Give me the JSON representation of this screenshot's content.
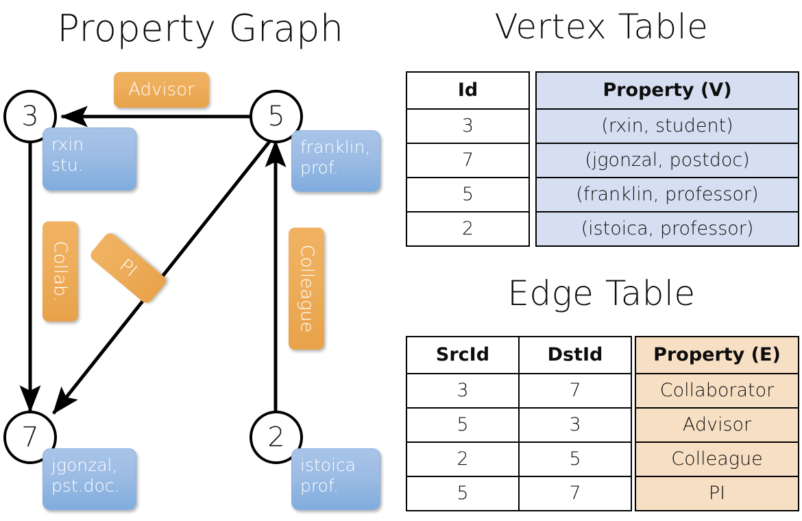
{
  "titles": {
    "property_graph": "Property Graph",
    "vertex_table": "Vertex Table",
    "edge_table": "Edge Table"
  },
  "graph": {
    "vertices": [
      {
        "id": "3",
        "property_line1": "rxin",
        "property_line2": "stu."
      },
      {
        "id": "5",
        "property_line1": "franklin,",
        "property_line2": "prof."
      },
      {
        "id": "7",
        "property_line1": "jgonzal,",
        "property_line2": "pst.doc."
      },
      {
        "id": "2",
        "property_line1": "istoica",
        "property_line2": "prof."
      }
    ],
    "edge_labels": [
      {
        "name": "advisor-label",
        "text": "Advisor"
      },
      {
        "name": "collab-label",
        "text": "Collab."
      },
      {
        "name": "pi-label",
        "text": "PI"
      },
      {
        "name": "colleague-label",
        "text": "Colleague"
      }
    ]
  },
  "vertex_table": {
    "headers": [
      "Id",
      "Property (V)"
    ],
    "rows": [
      {
        "id": "3",
        "property": "(rxin, student)"
      },
      {
        "id": "7",
        "property": "(jgonzal, postdoc)"
      },
      {
        "id": "5",
        "property": "(franklin, professor)"
      },
      {
        "id": "2",
        "property": "(istoica, professor)"
      }
    ]
  },
  "edge_table": {
    "headers": [
      "SrcId",
      "DstId",
      "Property (E)"
    ],
    "rows": [
      {
        "src": "3",
        "dst": "7",
        "property": "Collaborator"
      },
      {
        "src": "5",
        "dst": "3",
        "property": "Advisor"
      },
      {
        "src": "2",
        "dst": "5",
        "property": "Colleague"
      },
      {
        "src": "5",
        "dst": "7",
        "property": "PI"
      }
    ]
  },
  "colors": {
    "vertex_property_blue": "#9dbce4",
    "edge_label_orange": "#eeae5c",
    "vertex_table_cell": "#d5dff1",
    "edge_table_cell": "#f7dfc4",
    "stroke": "#000000",
    "background": "#ffffff"
  }
}
